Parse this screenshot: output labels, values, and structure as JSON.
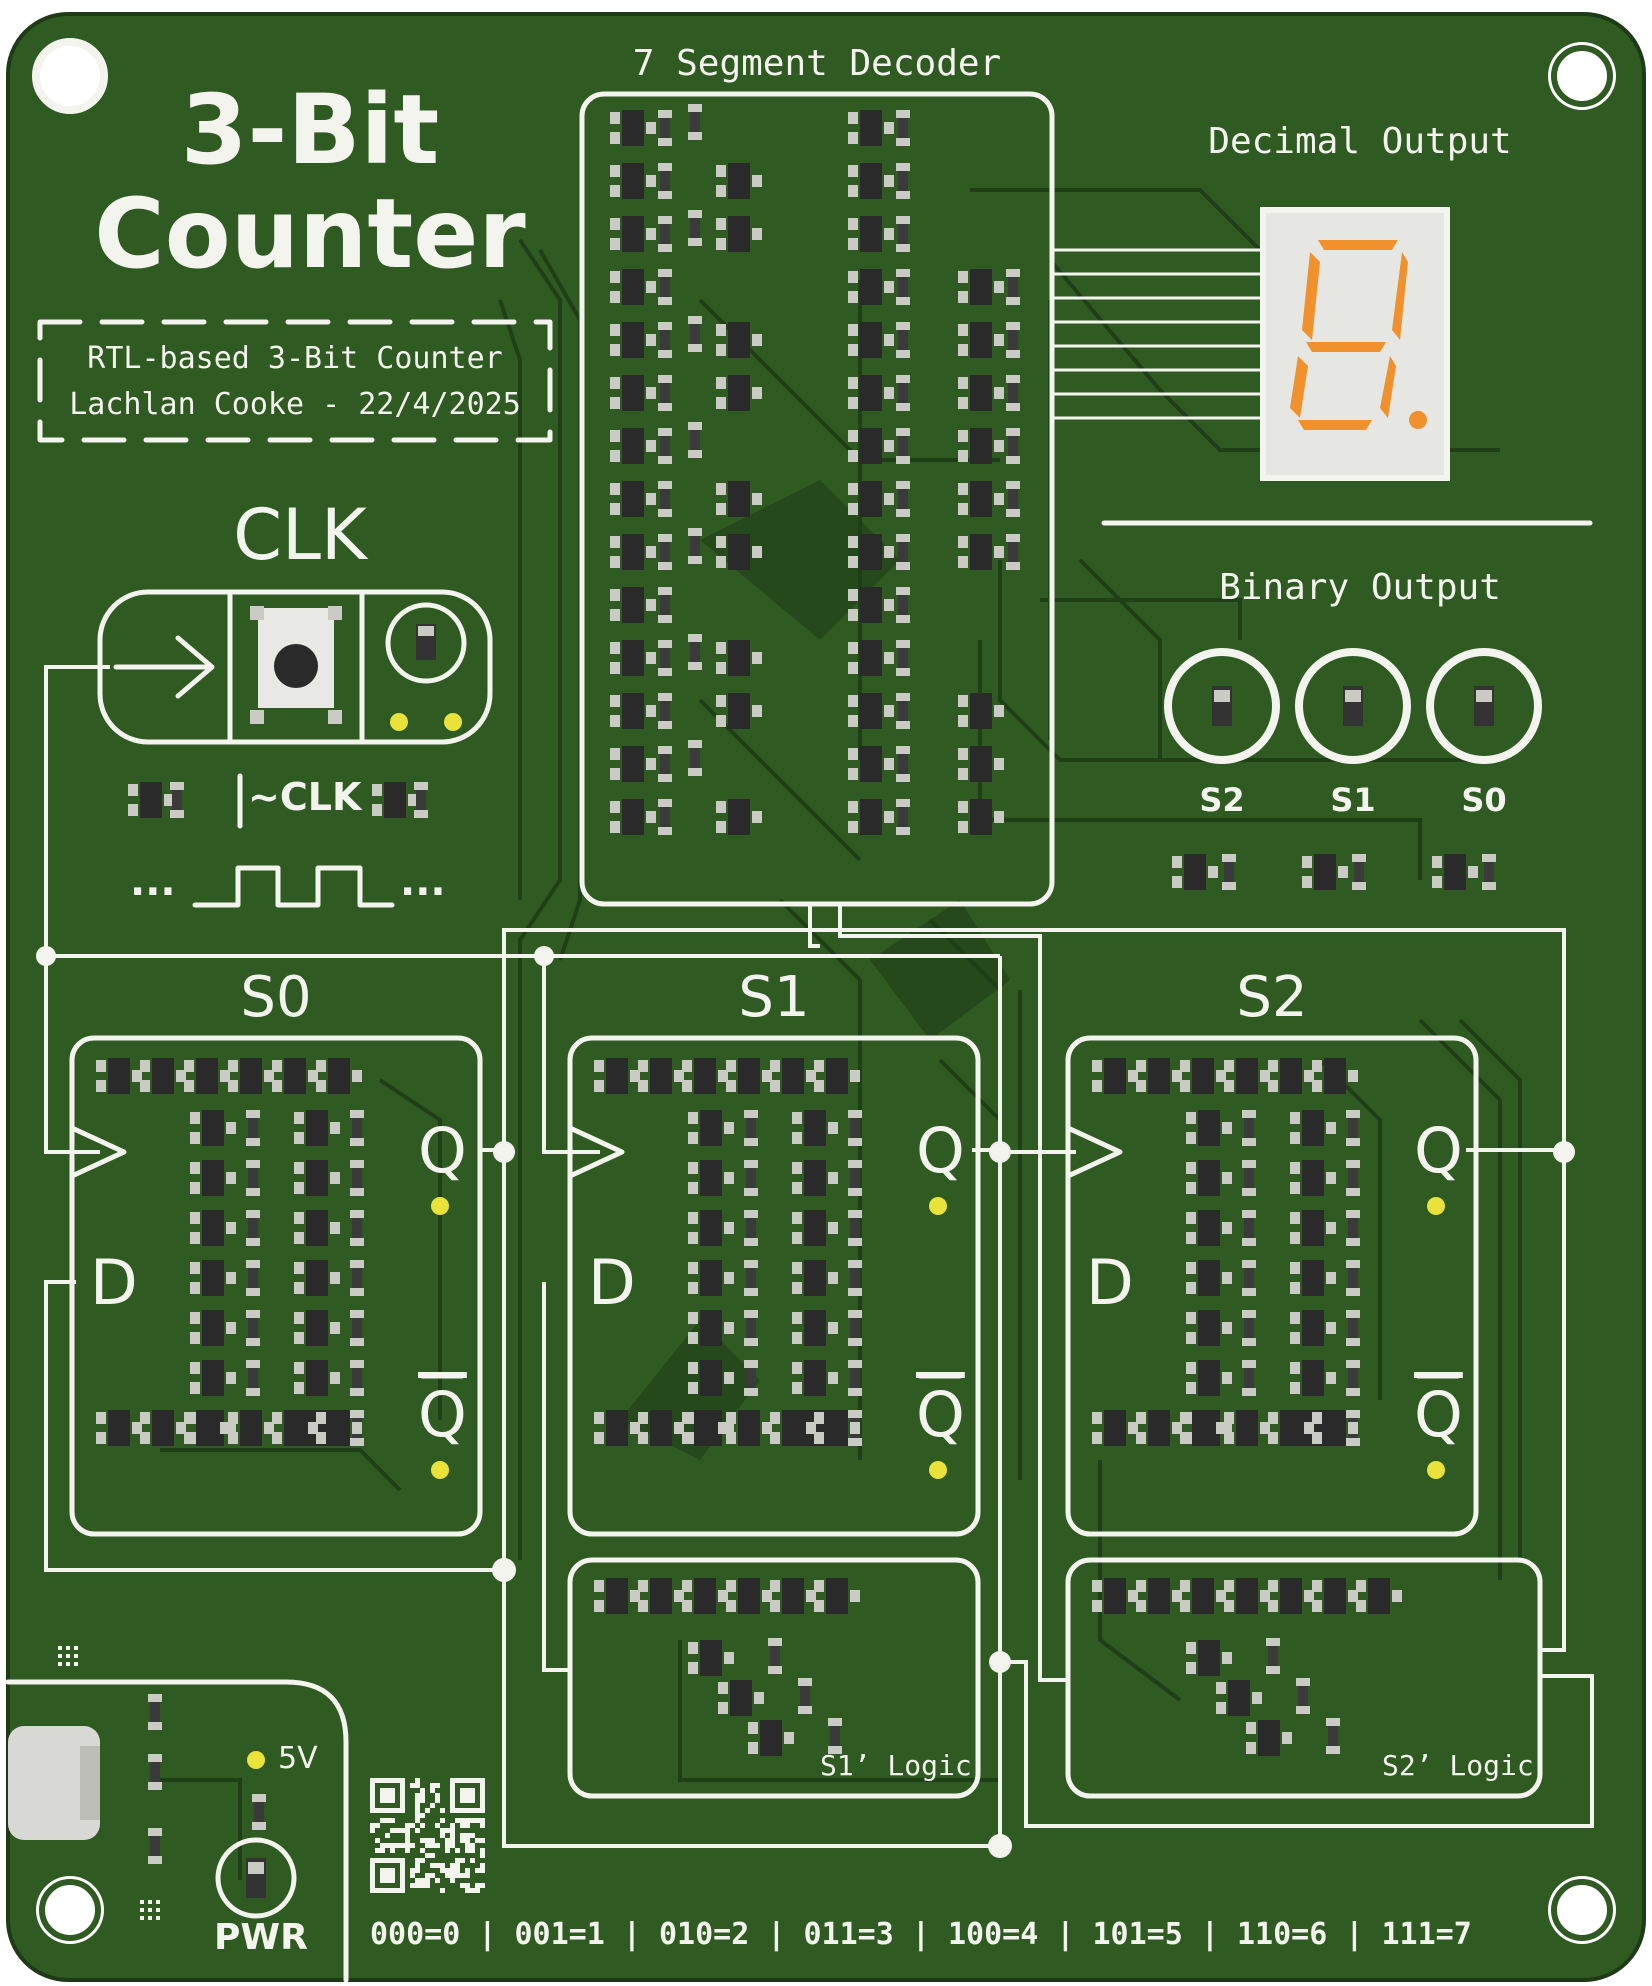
{
  "board": {
    "colors": {
      "pcb": "#2f5a22",
      "trace": "#264a1c",
      "copper_fill": "#1f3f17",
      "silkscreen": "#f4f4ee",
      "pad": "#c9cbc4",
      "component": "#222222",
      "segment": "#f0912e",
      "via": "#e8e23a"
    },
    "title": {
      "line1": "3-Bit",
      "line2": "Counter"
    },
    "info": {
      "line1": "RTL-based 3-Bit Counter",
      "line2": "Lachlan Cooke - 22/4/2025"
    },
    "clk": {
      "title": "CLK",
      "inverted": "~CLK",
      "wave_dots": "..."
    },
    "decoder": {
      "title": "7 Segment Decoder"
    },
    "decimal": {
      "title": "Decimal Output",
      "display_value": "8."
    },
    "binary": {
      "title": "Binary Output",
      "bits": [
        "S2",
        "S1",
        "S0"
      ]
    },
    "flipflops": [
      {
        "name": "S0",
        "q": "Q",
        "d": "D",
        "qbar": "Q"
      },
      {
        "name": "S1",
        "q": "Q",
        "d": "D",
        "qbar": "Q"
      },
      {
        "name": "S2",
        "q": "Q",
        "d": "D",
        "qbar": "Q"
      }
    ],
    "logic_blocks": [
      "S1’ Logic",
      "S2’ Logic"
    ],
    "power": {
      "voltage": "5V",
      "label": "PWR"
    },
    "truth_table": "000=0 | 001=1 | 010=2 | 011=3 | 100=4 | 101=5 | 110=6 | 111=7",
    "icons": [
      "mounting-hole-icon",
      "arrow-right-icon",
      "push-button-icon",
      "led-icon",
      "usb-c-port-icon",
      "qr-code-icon",
      "seven-segment-display-icon",
      "square-wave-icon"
    ]
  }
}
